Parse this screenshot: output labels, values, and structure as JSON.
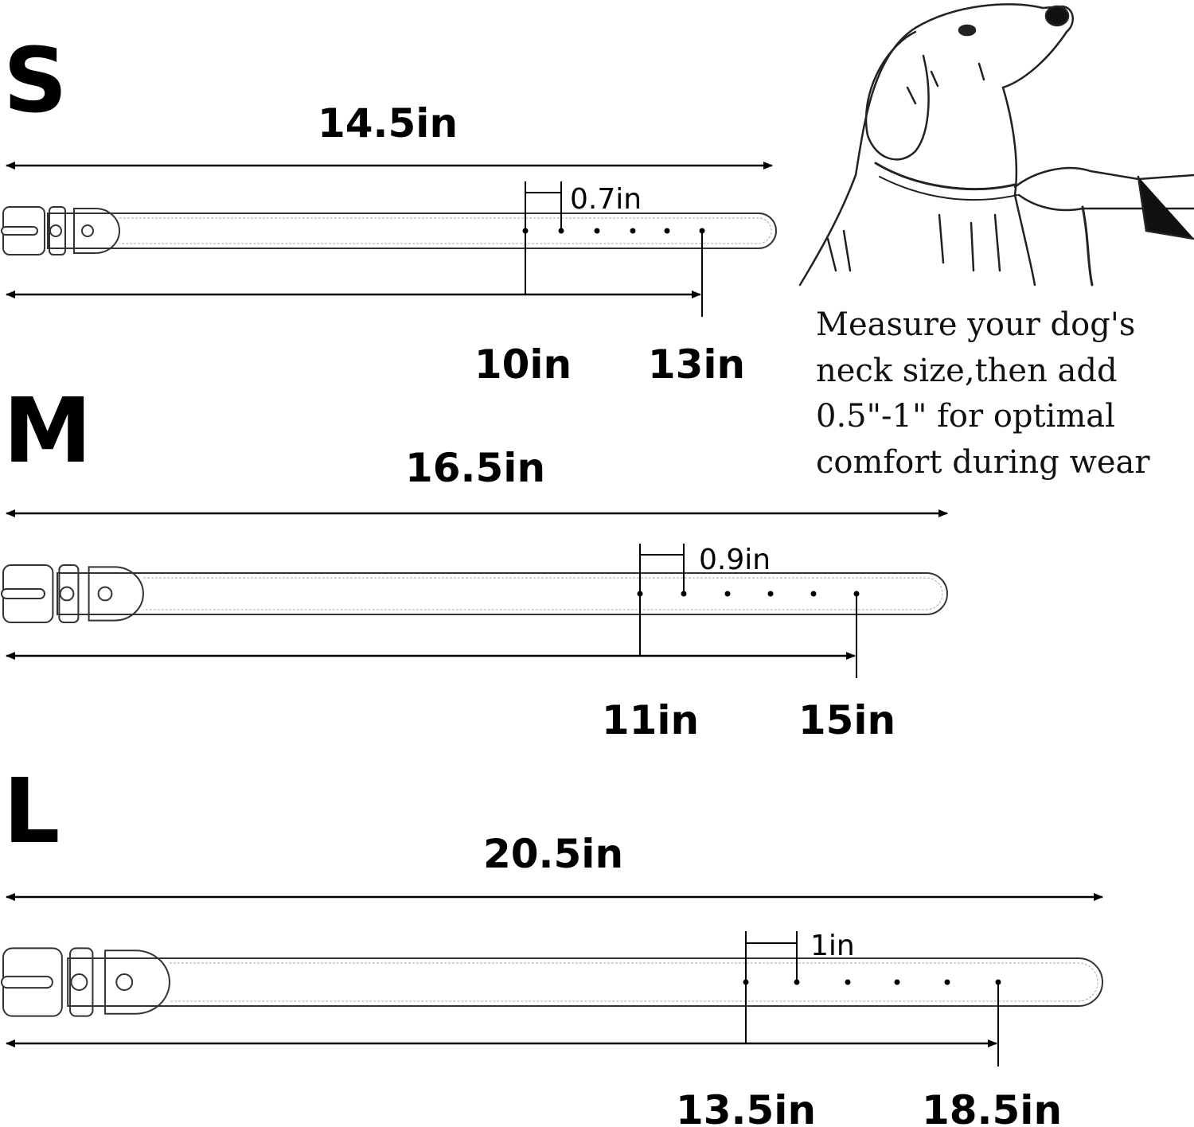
{
  "sizes": [
    {
      "name": "S",
      "total": "14.5in",
      "hole_spacing": "0.7in",
      "min": "10in",
      "max": "13in",
      "holes": 6
    },
    {
      "name": "M",
      "total": "16.5in",
      "hole_spacing": "0.9in",
      "min": "11in",
      "max": "15in",
      "holes": 6
    },
    {
      "name": "L",
      "total": "20.5in",
      "hole_spacing": "1in",
      "min": "13.5in",
      "max": "18.5in",
      "holes": 6
    }
  ],
  "note": {
    "lines": [
      "Measure your dog's",
      "neck size,then add",
      "0.5\"-1\"  for optimal",
      "comfort during wear"
    ]
  },
  "colors": {
    "ink": "#000000",
    "outline": "#333333",
    "stitch": "#aaaaaa"
  }
}
